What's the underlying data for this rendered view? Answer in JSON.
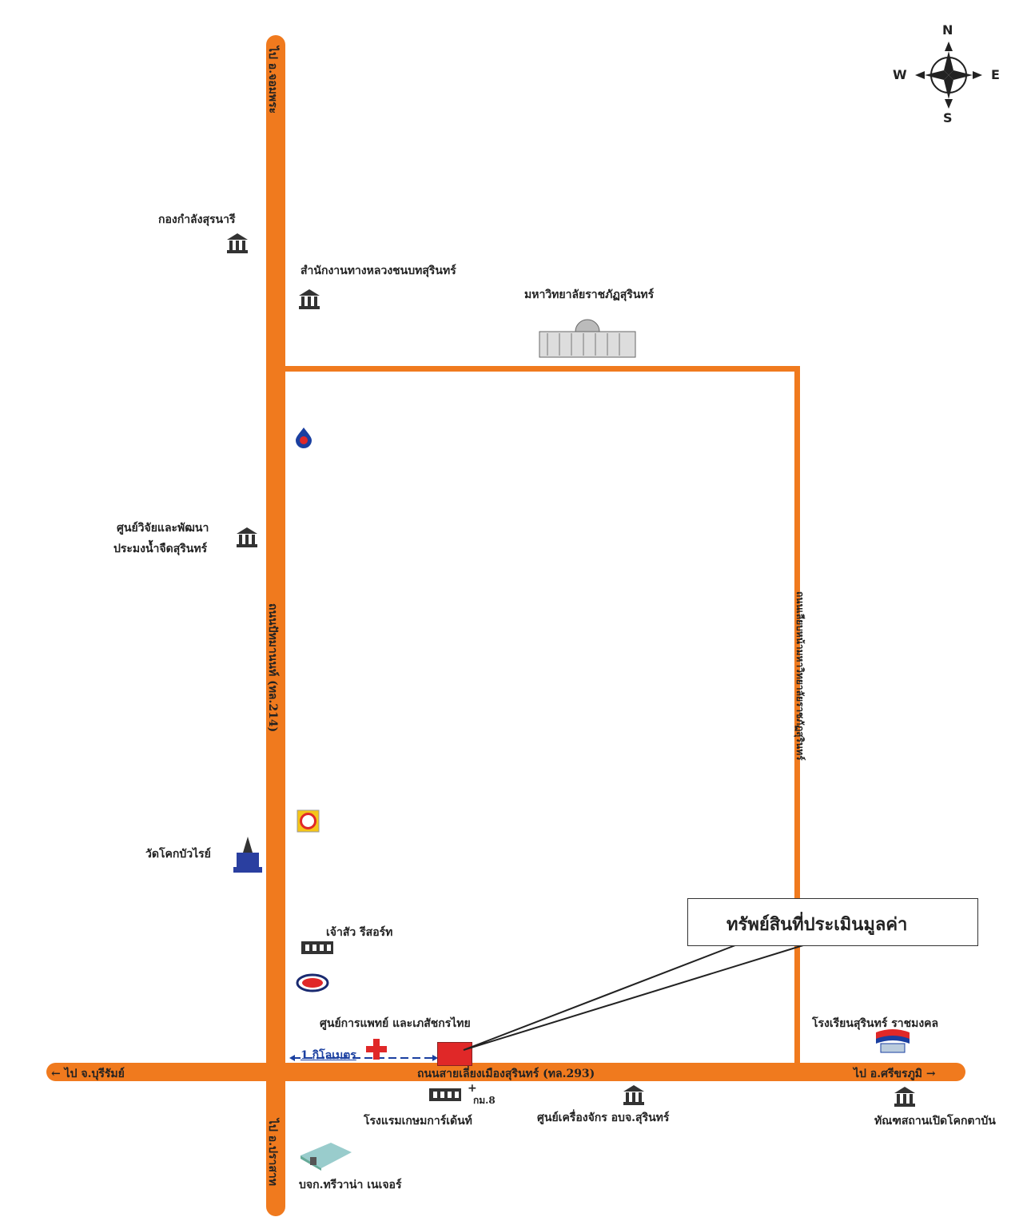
{
  "compass": {
    "n": "N",
    "s": "S",
    "e": "E",
    "w": "W"
  },
  "roads": {
    "main_horizontal": "ถนนสายเลี่ยงเมืองสุรินทร์ (ทล.293)",
    "main_vertical": "ถนนปัทมานนท์ (ทล.214)",
    "right_vertical": "ถนนเลียบหน้ามหาวิทยาลัยราชภัฏสุรินทร์",
    "to_west": "ไป จ.บุรีรัมย์",
    "to_east": "ไป อ.ศรีขรภูมิ",
    "to_north": "ไป อ.จอมพระ",
    "to_south": "ไป อ.ปราสาท"
  },
  "places": {
    "army": "กองกำลังสุรนารี",
    "rural_roads": "สำนักงานทางหลวงชนบทสุรินทร์",
    "university": "มหาวิทยาลัยราชภัฏสุรินทร์",
    "fishery_1": "ศูนย์วิจัยและพัฒนา",
    "fishery_2": "ประมงน้ำจืดสุรินทร์",
    "temple": "วัดโคกบัวไรย์",
    "resort": "เจ้าสัว รีสอร์ท",
    "medical": "ศูนย์การแพทย์ และเภสัชกรไทย",
    "hotel": "โรงแรมเกษมการ์เด้นท์",
    "km": "กม.8",
    "machinery": "ศูนย์เครื่องจักร อบจ.สุรินทร์",
    "school": "โรงเรียนสุรินทร์ ราชมงคล",
    "prison": "ทัณฑสถานเปิดโคกตาบัน",
    "company": "บจก.ทรีวาน่า เนเจอร์"
  },
  "distance": "1 กิโลเมตร",
  "callout": "ทรัพย์สินที่ประเมินมูลค่า",
  "colors": {
    "road": "#f07a1e",
    "property": "#e02828",
    "distance": "#1a3fa0"
  }
}
